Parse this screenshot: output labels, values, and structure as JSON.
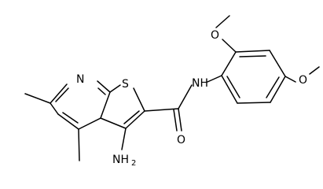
{
  "molecule": {
    "atom_labels": {
      "ring_nitrogen": "N",
      "ring_sulfur": "S",
      "amide_nh": "NH",
      "amide_oxygen": "O",
      "amine_n": "NH",
      "amine_subscript": "2",
      "methoxy_oxygen_top": "O",
      "methoxy_oxygen_right": "O"
    },
    "colors": {
      "bond": "#000000",
      "text": "#000000",
      "background": "#ffffff"
    }
  }
}
